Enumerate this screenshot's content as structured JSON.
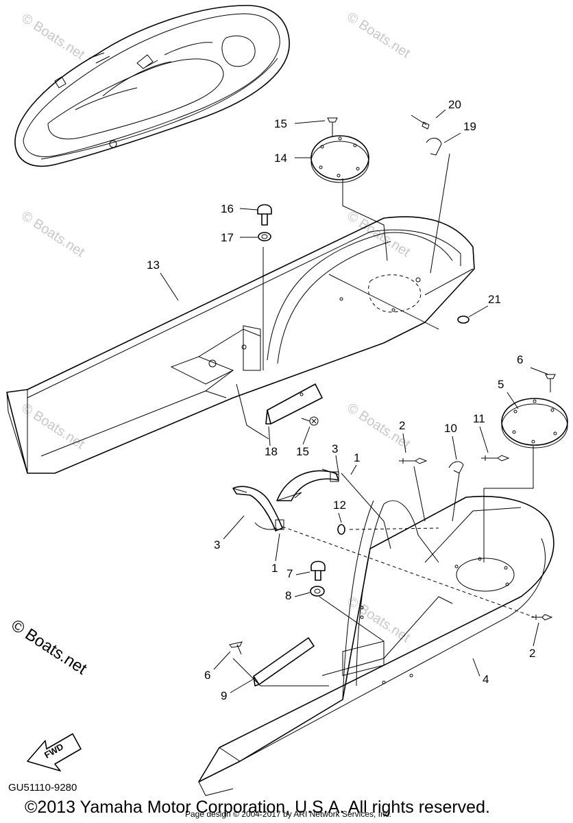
{
  "diagram": {
    "watermark_text": "© Boats.net",
    "site_watermark": "© Boats.net",
    "fwd_label": "FWD",
    "callouts": {
      "c1a": "1",
      "c1b": "1",
      "c2a": "2",
      "c2b": "2",
      "c3a": "3",
      "c3b": "3",
      "c4": "4",
      "c5": "5",
      "c6a": "6",
      "c6b": "6",
      "c7": "7",
      "c8": "8",
      "c9": "9",
      "c10": "10",
      "c11": "11",
      "c12": "12",
      "c13": "13",
      "c14": "14",
      "c15a": "15",
      "c15b": "15",
      "c16": "16",
      "c17": "17",
      "c18": "18",
      "c19": "19",
      "c20": "20",
      "c21": "21"
    }
  },
  "footer": {
    "part_code": "GU51110-9280",
    "copyright": "©2013 Yamaha Motor Corporation, U.S.A. All rights reserved.",
    "page_design": "Page design © 2004-2017 by ARI Network Services, Inc."
  }
}
